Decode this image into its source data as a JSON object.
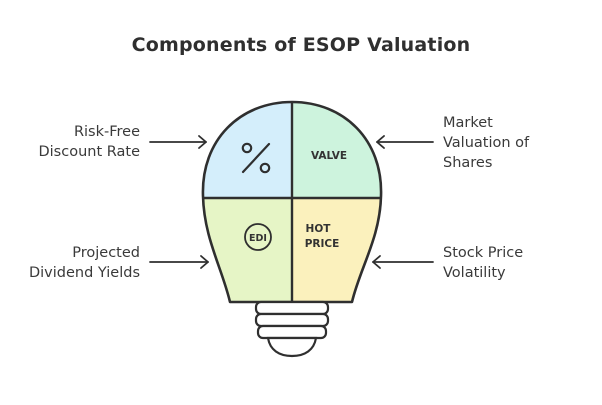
{
  "title": "Components of ESOP Valuation",
  "labels": {
    "risk_free": [
      "Risk-Free",
      "Discount Rate"
    ],
    "dividend": [
      "Projected",
      "Dividend Yields"
    ],
    "market": [
      "Market",
      "Valuation of",
      "Shares"
    ],
    "volatility": [
      "Stock Price",
      "Volatility"
    ]
  },
  "icons": {
    "percent": "%",
    "value": "VALVE",
    "edi": "EDI",
    "hot": "HOT",
    "price": "PRICE"
  },
  "colors": {
    "top_left": "#d4eefb",
    "top_right": "#cdf3dd",
    "bottom_left": "#e6f5c6",
    "bottom_right": "#fbf1bd",
    "outline": "#2f2f2f"
  }
}
